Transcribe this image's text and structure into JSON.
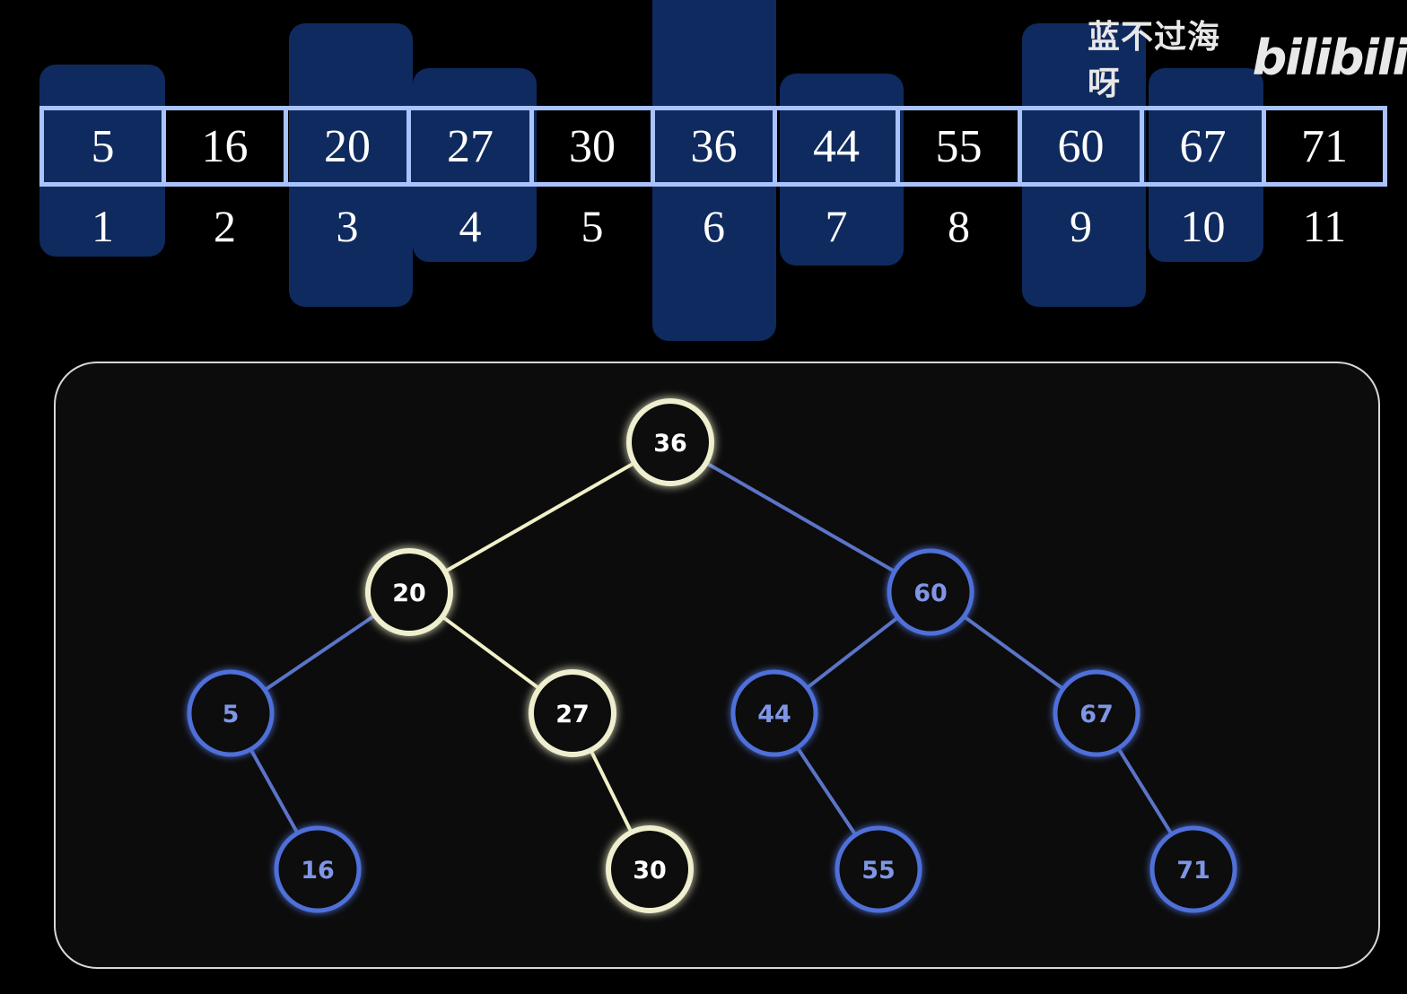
{
  "watermark": {
    "channel": "蓝不过海呀",
    "logo": "bilibili"
  },
  "array": {
    "values": [
      "5",
      "16",
      "20",
      "27",
      "30",
      "36",
      "44",
      "55",
      "60",
      "67",
      "71"
    ],
    "indices": [
      "1",
      "2",
      "3",
      "4",
      "5",
      "6",
      "7",
      "8",
      "9",
      "10",
      "11"
    ],
    "highlighted_indices": [
      "1",
      "3",
      "4",
      "6",
      "7",
      "9",
      "10"
    ]
  },
  "tree": {
    "nodes": [
      {
        "id": "36",
        "label": "36",
        "state": "path"
      },
      {
        "id": "20",
        "label": "20",
        "state": "path"
      },
      {
        "id": "60",
        "label": "60",
        "state": "normal"
      },
      {
        "id": "5",
        "label": "5",
        "state": "normal"
      },
      {
        "id": "27",
        "label": "27",
        "state": "path"
      },
      {
        "id": "44",
        "label": "44",
        "state": "normal"
      },
      {
        "id": "67",
        "label": "67",
        "state": "normal"
      },
      {
        "id": "16",
        "label": "16",
        "state": "normal"
      },
      {
        "id": "30",
        "label": "30",
        "state": "path"
      },
      {
        "id": "55",
        "label": "55",
        "state": "normal"
      },
      {
        "id": "71",
        "label": "71",
        "state": "normal"
      }
    ],
    "edges": [
      {
        "from": "36",
        "to": "20",
        "state": "path"
      },
      {
        "from": "36",
        "to": "60",
        "state": "normal"
      },
      {
        "from": "20",
        "to": "5",
        "state": "normal"
      },
      {
        "from": "20",
        "to": "27",
        "state": "path"
      },
      {
        "from": "60",
        "to": "44",
        "state": "normal"
      },
      {
        "from": "60",
        "to": "67",
        "state": "normal"
      },
      {
        "from": "5",
        "to": "16",
        "state": "normal"
      },
      {
        "from": "27",
        "to": "30",
        "state": "path"
      },
      {
        "from": "44",
        "to": "55",
        "state": "normal"
      },
      {
        "from": "67",
        "to": "71",
        "state": "normal"
      }
    ]
  },
  "colors": {
    "background": "#000000",
    "highlight_block": "#0f2a5e",
    "array_border": "#a9c3ff",
    "panel_border": "#d8d8d8",
    "panel_background": "#0c0c0c",
    "path_node": "#efefcf",
    "path_edge": "#f1f0c8",
    "normal_node": "#4f6fd8",
    "normal_edge": "#5b74c8",
    "normal_label": "#7f96e6"
  }
}
